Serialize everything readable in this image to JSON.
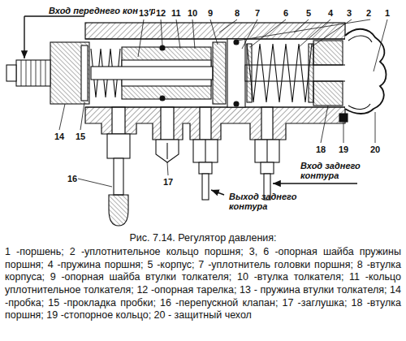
{
  "diagram": {
    "caption": "Рис. 7.14. Регулятор давления:",
    "labels": [
      "Вход переднего контура",
      "13",
      "12",
      "11",
      "10",
      "9",
      "8",
      "7",
      "6",
      "5",
      "4",
      "3",
      "2",
      "1",
      "14",
      "15",
      "16",
      "17",
      "18",
      "19",
      "20",
      "Вход заднего контура",
      "Выход заднего контура",
      "1 -поршень; 2 -уплотнительное кольцо поршня; 3, 6 -опорная шайба пружины поршня; 4 -пружина поршня; 5 -корпус; 7 -уплотнитель головки поршня; 8 -втулка корпуса; 9 -опорная шайба втулки толкателя; 10 -втулка толкателя; 11 -кольцо уплотнительное толкателя; 12 -опорная тарелка; 13 - пружина втулки толкателя; 14 -пробка; 15 -прокладка пробки; 16 -перепускной клапан; 17 -заглушка; 18 -втулка поршня; 19 -стопорное кольцо; 20 - защитный чехол"
    ]
  }
}
